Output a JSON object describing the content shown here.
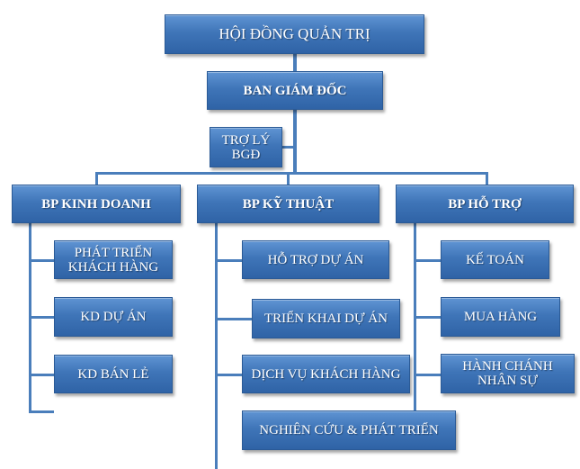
{
  "top": "HỘI ĐỒNG QUẢN TRỊ",
  "director": "BAN GIÁM ĐỐC",
  "assistant": [
    "TRỢ LÝ",
    "BGĐ"
  ],
  "departments": [
    {
      "name": "BP KINH DOANH",
      "units": [
        [
          "PHÁT TRIỂN",
          "KHÁCH HÀNG"
        ],
        [
          "KD DỰ ÁN"
        ],
        [
          "KD BÁN LẺ"
        ]
      ]
    },
    {
      "name": "BP KỸ THUẬT",
      "units": [
        [
          "HỖ TRỢ DỰ ÁN"
        ],
        [
          "TRIỂN KHAI DỰ ÁN"
        ],
        [
          "DỊCH VỤ KHÁCH HÀNG"
        ],
        [
          "NGHIÊN CỨU & PHÁT TRIỂN"
        ]
      ]
    },
    {
      "name": "BP HỖ TRỢ",
      "units": [
        [
          "KẾ TOÁN"
        ],
        [
          "MUA HÀNG"
        ],
        [
          "HÀNH CHÁNH",
          "NHÂN SỰ"
        ]
      ]
    }
  ],
  "colors": {
    "box": "#3f75b8",
    "line": "#4a7ebb",
    "text": "#ffffff"
  }
}
